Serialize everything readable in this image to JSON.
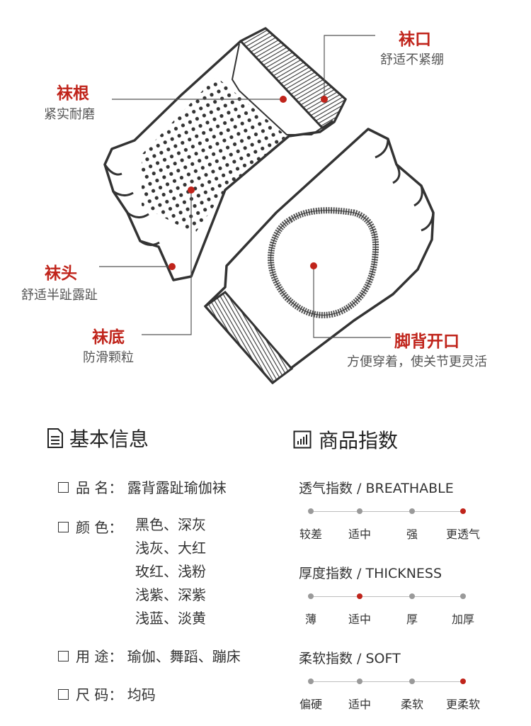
{
  "callouts": {
    "cuff": {
      "title": "袜口",
      "desc": "舒适不紧绷"
    },
    "heel": {
      "title": "袜根",
      "desc": "紧实耐磨"
    },
    "toe": {
      "title": "袜头",
      "desc": "舒适半趾露趾"
    },
    "sole": {
      "title": "袜底",
      "desc": "防滑颗粒"
    },
    "instep": {
      "title": "脚背开口",
      "desc": "方便穿着，使关节更灵活"
    }
  },
  "basic_info": {
    "title": "基本信息",
    "icon": "document-icon",
    "rows": [
      {
        "label": "品 名：",
        "values": [
          "露背露趾瑜伽袜"
        ]
      },
      {
        "label": "颜 色：",
        "values": [
          "黑色、深灰",
          "浅灰、大红",
          "玫红、浅粉",
          "浅紫、深紫",
          "浅蓝、淡黄"
        ]
      },
      {
        "label": "用 途：",
        "values": [
          "瑜伽、舞蹈、蹦床"
        ]
      },
      {
        "label": "尺 码：",
        "values": [
          "均码"
        ]
      }
    ]
  },
  "product_index": {
    "title": "商品指数",
    "icon": "bar-chart-icon",
    "active_color": "#c0241b",
    "scales": [
      {
        "title": "透气指数 / BREATHABLE",
        "ticks": [
          "较差",
          "适中",
          "强",
          "更透气"
        ],
        "selected": 3
      },
      {
        "title": "厚度指数 / THICKNESS",
        "ticks": [
          "薄",
          "适中",
          "厚",
          "加厚"
        ],
        "selected": 1
      },
      {
        "title": "柔软指数 / SOFT",
        "ticks": [
          "偏硬",
          "适中",
          "柔软",
          "更柔软"
        ],
        "selected": 3
      }
    ]
  }
}
